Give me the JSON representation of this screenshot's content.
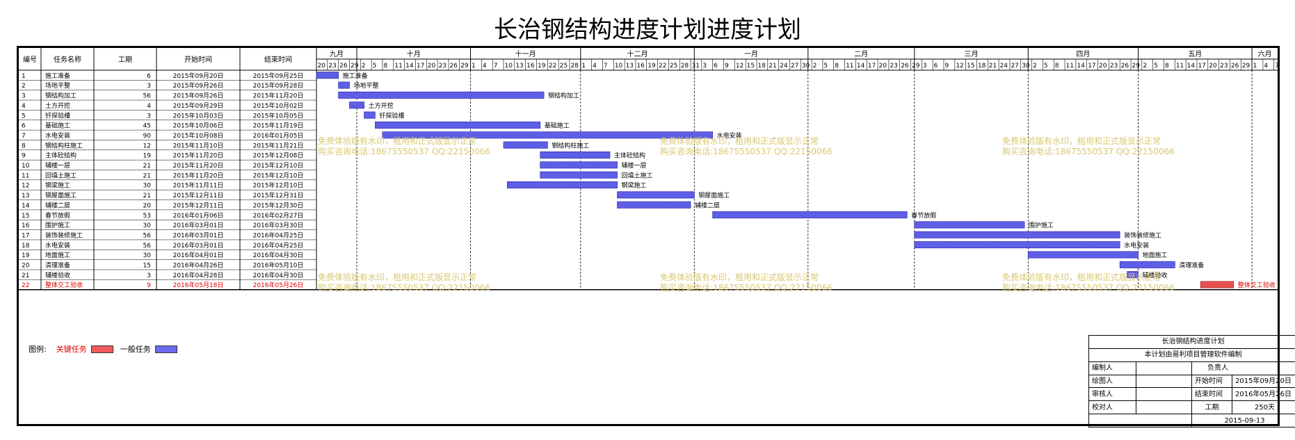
{
  "title": "长治钢结构进度计划进度计划",
  "chart_data": {
    "type": "gantt",
    "columns": [
      "编号",
      "任务名称",
      "工期",
      "开始时间",
      "结束时间"
    ],
    "months": [
      "九月",
      "十月",
      "十一月",
      "十二月",
      "一月",
      "二月",
      "三月",
      "四月",
      "五月",
      "六月"
    ],
    "day_ticks": [
      [
        "20",
        "23",
        "26",
        "29"
      ],
      [
        "2",
        "5",
        "8",
        "11",
        "14",
        "17",
        "20",
        "23",
        "26",
        "29"
      ],
      [
        "1",
        "4",
        "7",
        "10",
        "13",
        "16",
        "19",
        "22",
        "25",
        "28"
      ],
      [
        "1",
        "4",
        "7",
        "10",
        "13",
        "16",
        "19",
        "22",
        "25",
        "28",
        "31"
      ],
      [
        "3",
        "6",
        "9",
        "12",
        "15",
        "18",
        "21",
        "24",
        "27",
        "30"
      ],
      [
        "2",
        "5",
        "8",
        "11",
        "14",
        "17",
        "20",
        "23",
        "26",
        "29"
      ],
      [
        "3",
        "6",
        "9",
        "12",
        "15",
        "18",
        "21",
        "24",
        "27",
        "30"
      ],
      [
        "2",
        "5",
        "8",
        "11",
        "14",
        "17",
        "20",
        "23",
        "26",
        "29"
      ],
      [
        "2",
        "5",
        "8",
        "11",
        "14",
        "17",
        "20",
        "23",
        "26",
        "29"
      ],
      [
        "1",
        "4",
        "7"
      ]
    ],
    "x_range": [
      "2015-09-20",
      "2016-06-08"
    ],
    "tasks": [
      {
        "id": "1",
        "name": "施工准备",
        "duration": 6,
        "start": "2015-09-20",
        "end": "2015-09-25",
        "start_text": "2015年09月20日",
        "end_text": "2015年09月25日",
        "critical": false
      },
      {
        "id": "2",
        "name": "场地平整",
        "duration": 3,
        "start": "2015-09-26",
        "end": "2015-09-28",
        "start_text": "2015年09月26日",
        "end_text": "2015年09月28日",
        "critical": false
      },
      {
        "id": "3",
        "name": "钢结构加工",
        "duration": 56,
        "start": "2015-09-26",
        "end": "2015-11-20",
        "start_text": "2015年09月26日",
        "end_text": "2015年11月20日",
        "critical": false
      },
      {
        "id": "4",
        "name": "土方开挖",
        "duration": 4,
        "start": "2015-09-29",
        "end": "2015-10-02",
        "start_text": "2015年09月29日",
        "end_text": "2015年10月02日",
        "critical": false
      },
      {
        "id": "5",
        "name": "钎探验槽",
        "duration": 3,
        "start": "2015-10-03",
        "end": "2015-10-05",
        "start_text": "2015年10月03日",
        "end_text": "2015年10月05日",
        "critical": false
      },
      {
        "id": "6",
        "name": "基础施工",
        "duration": 45,
        "start": "2015-10-06",
        "end": "2015-11-19",
        "start_text": "2015年10月06日",
        "end_text": "2015年11月19日",
        "critical": false
      },
      {
        "id": "7",
        "name": "水电安装",
        "duration": 90,
        "start": "2015-10-08",
        "end": "2016-01-05",
        "start_text": "2015年10月08日",
        "end_text": "2016年01月05日",
        "critical": false
      },
      {
        "id": "8",
        "name": "钢结构柱施工",
        "duration": 12,
        "start": "2015-11-10",
        "end": "2015-11-21",
        "start_text": "2015年11月10日",
        "end_text": "2015年11月21日",
        "critical": false
      },
      {
        "id": "9",
        "name": "主体砼结构",
        "duration": 19,
        "start": "2015-11-20",
        "end": "2015-12-08",
        "start_text": "2015年11月20日",
        "end_text": "2015年12月08日",
        "critical": false
      },
      {
        "id": "10",
        "name": "辅楼一层",
        "duration": 21,
        "start": "2015-11-20",
        "end": "2015-12-10",
        "start_text": "2015年11月20日",
        "end_text": "2015年12月10日",
        "critical": false
      },
      {
        "id": "11",
        "name": "回填土施工",
        "duration": 21,
        "start": "2015-11-20",
        "end": "2015-12-10",
        "start_text": "2015年11月20日",
        "end_text": "2015年12月10日",
        "critical": false
      },
      {
        "id": "12",
        "name": "钢梁施工",
        "duration": 30,
        "start": "2015-11-11",
        "end": "2015-12-10",
        "start_text": "2015年11月11日",
        "end_text": "2015年12月10日",
        "critical": false
      },
      {
        "id": "13",
        "name": "钢屋面施工",
        "duration": 21,
        "start": "2015-12-11",
        "end": "2015-12-31",
        "start_text": "2015年12月11日",
        "end_text": "2015年12月31日",
        "critical": false
      },
      {
        "id": "14",
        "name": "辅楼二层",
        "duration": 20,
        "start": "2015-12-11",
        "end": "2015-12-30",
        "start_text": "2015年12月11日",
        "end_text": "2015年12月30日",
        "critical": false
      },
      {
        "id": "15",
        "name": "春节放假",
        "duration": 53,
        "start": "2016-01-06",
        "end": "2016-02-27",
        "start_text": "2016年01月06日",
        "end_text": "2016年02月27日",
        "critical": false
      },
      {
        "id": "16",
        "name": "围护施工",
        "duration": 30,
        "start": "2016-03-01",
        "end": "2016-03-30",
        "start_text": "2016年03月01日",
        "end_text": "2016年03月30日",
        "critical": false
      },
      {
        "id": "17",
        "name": "装饰装修施工",
        "duration": 56,
        "start": "2016-03-01",
        "end": "2016-04-25",
        "start_text": "2016年03月01日",
        "end_text": "2016年04月25日",
        "critical": false
      },
      {
        "id": "18",
        "name": "水电安装",
        "duration": 56,
        "start": "2016-03-01",
        "end": "2016-04-25",
        "start_text": "2016年03月01日",
        "end_text": "2016年04月25日",
        "critical": false
      },
      {
        "id": "19",
        "name": "地面施工",
        "duration": 30,
        "start": "2016-04-01",
        "end": "2016-04-30",
        "start_text": "2016年04月01日",
        "end_text": "2016年04月30日",
        "critical": false
      },
      {
        "id": "20",
        "name": "清理准备",
        "duration": 15,
        "start": "2016-04-26",
        "end": "2016-05-10",
        "start_text": "2016年04月26日",
        "end_text": "2016年05月10日",
        "critical": false
      },
      {
        "id": "21",
        "name": "辅楼验收",
        "duration": 3,
        "start": "2016-04-28",
        "end": "2016-04-30",
        "start_text": "2016年04月28日",
        "end_text": "2016年04月30日",
        "critical": false
      },
      {
        "id": "22",
        "name": "整体交工验收",
        "duration": 9,
        "start": "2016-05-18",
        "end": "2016-05-26",
        "start_text": "2016年05月18日",
        "end_text": "2016年05月26日",
        "critical": true
      }
    ]
  },
  "watermark": {
    "line1": "免费体验版有水印，租用和正式版显示正常",
    "line2": "购买咨询电话:18675550537 QQ:22150066"
  },
  "legend": {
    "label": "图例:",
    "critical": "关键任务",
    "normal": "一般任务"
  },
  "colors": {
    "normal": "#6b6bef",
    "critical": "#f25b5b",
    "critical_text": "#e00000",
    "watermark": "#d9c870"
  },
  "info": {
    "project": "长治钢结构进度计划",
    "software": "本计划由易利项目管理软件编制",
    "editor_label": "编制人",
    "editor_value": "",
    "manager_label": "负责人",
    "manager_value": "",
    "drafter_label": "绘图人",
    "start_label": "开始时间",
    "start_value": "2015年09月20日",
    "reviewer_label": "审核人",
    "end_label": "结束时间",
    "end_value": "2016年05月26日",
    "checker_label": "校对人",
    "duration_label": "工期",
    "duration_value": "250天",
    "date": "2015-09-13"
  }
}
